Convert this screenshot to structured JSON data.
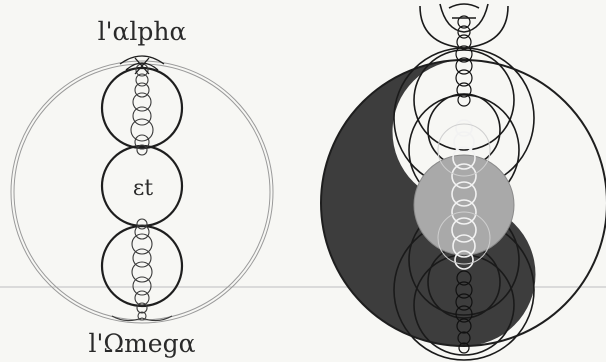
{
  "labels": {
    "top": "l'αlphα",
    "middle": "εt",
    "bottom": "l'Ωmegα"
  },
  "colors": {
    "ink": "#1e1e1e",
    "dark_fill": "#3d3d3d",
    "light_fill": "#f7f7f4",
    "grey_disc": "#a9a9a9",
    "pale_ring": "#9a9a9a",
    "horizon": "#c9c9c9"
  }
}
